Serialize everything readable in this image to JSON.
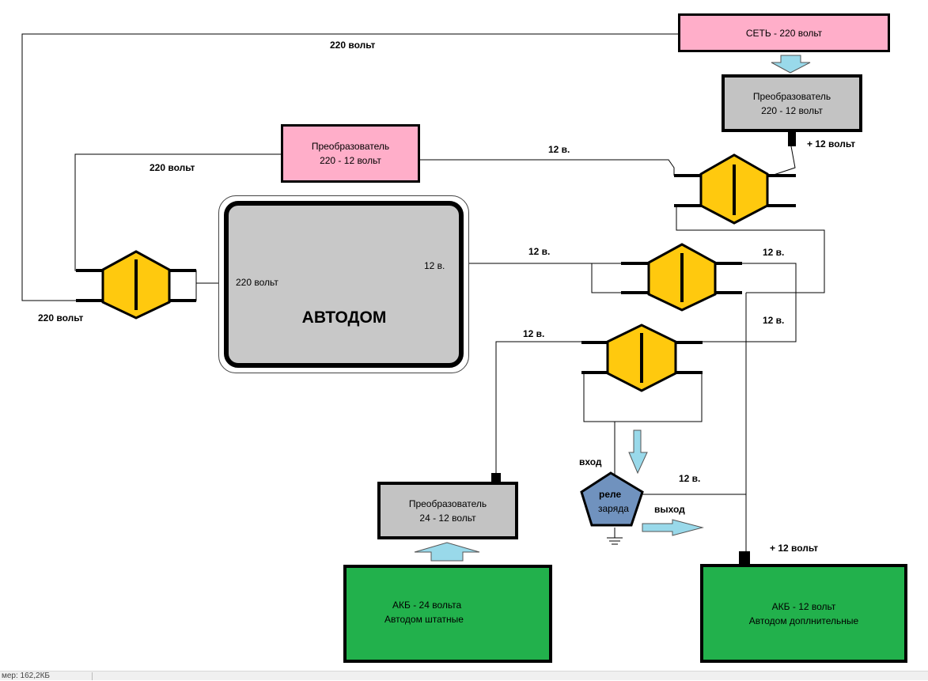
{
  "boxes": {
    "grid": "СЕТЬ - 220 вольт",
    "conv_top_right": [
      "Преобразователь",
      "220 - 12 вольт"
    ],
    "conv_left": [
      "Преобразователь",
      "220 - 12 вольт"
    ],
    "conv_bottom": [
      "Преобразователь",
      "24 - 12 вольт"
    ],
    "battery_main": [
      "АКБ - 24 вольта",
      "Автодом штатные"
    ],
    "battery_extra": [
      "АКБ - 12 вольт",
      "Автодом доплнительные"
    ],
    "autodom_title": "АВТОДОМ",
    "autodom_in": "220 вольт",
    "autodom_out": "12 в.",
    "relay": [
      "реле",
      "заряда"
    ]
  },
  "labels": {
    "v220_top": "220 вольт",
    "v220_left": "220 вольт",
    "v220_bottom_left": "220 вольт",
    "v12_top": "12 в.",
    "plus12_top": "+ 12 вольт",
    "v12_mid": "12 в.",
    "v12_right_a": "12 в.",
    "v12_right_b": "12 в.",
    "v12_lower": "12 в.",
    "v12_relay": "12 в.",
    "input": "вход",
    "output": "выход",
    "plus12_bottom": "+ 12 вольт"
  },
  "status": {
    "left_text": "мер: 162,2КБ"
  },
  "colors": {
    "pink": "#ffaec9",
    "gray": "#c3c3c3",
    "green": "#22b14c",
    "switch_fill": "#ffc90e",
    "relay_fill": "#7092be",
    "arrow_fill": "#99d9ea",
    "line": "#000000"
  },
  "icons": {
    "switch": "diode-switch-icon",
    "relay": "pentagon-relay-icon",
    "ground": "ground-icon",
    "arrow": "flow-arrow-icon"
  }
}
